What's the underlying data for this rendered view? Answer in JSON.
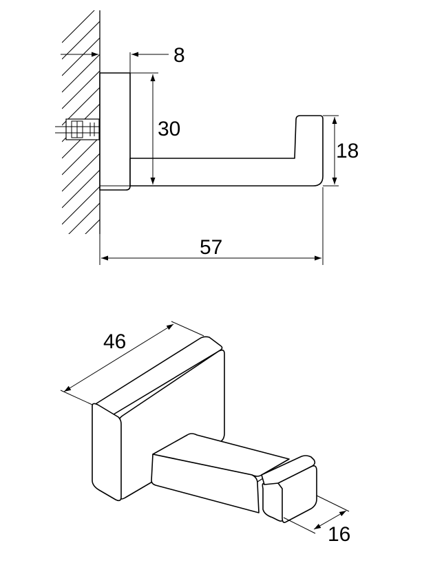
{
  "dimensions": {
    "base_thickness": "8",
    "base_height": "30",
    "hook_height": "18",
    "total_depth": "57",
    "base_width": "46",
    "hook_width": "16"
  },
  "colors": {
    "line": "#000000",
    "background": "#ffffff"
  }
}
